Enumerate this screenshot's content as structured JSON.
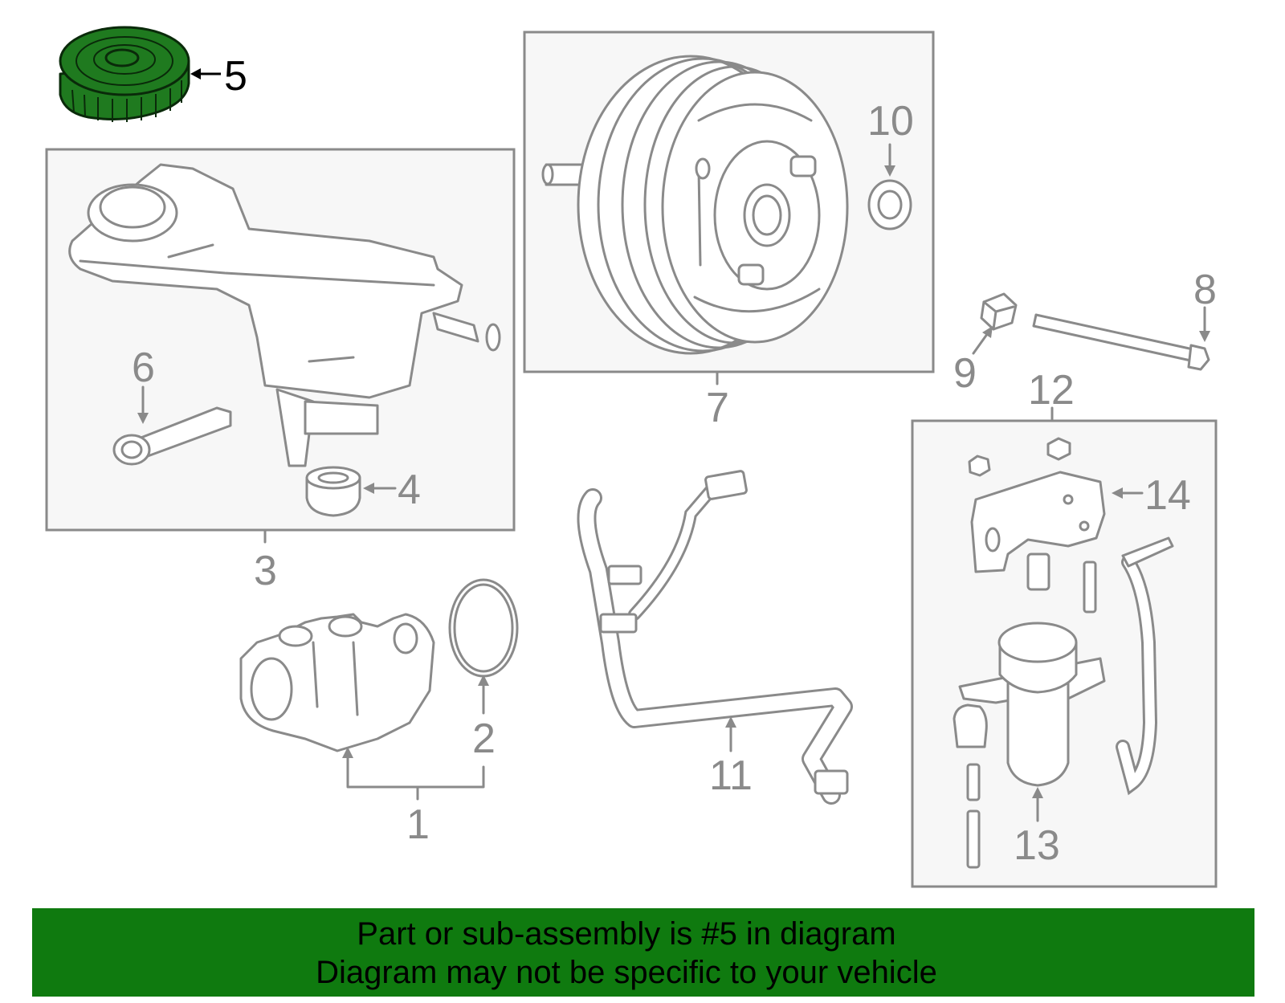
{
  "callouts": {
    "c1": "1",
    "c2": "2",
    "c3": "3",
    "c4": "4",
    "c5": "5",
    "c6": "6",
    "c7": "7",
    "c8": "8",
    "c9": "9",
    "c10": "10",
    "c11": "11",
    "c12": "12",
    "c13": "13",
    "c14": "14"
  },
  "highlight_part": "5",
  "colors": {
    "highlight": "#1f7a1f",
    "banner": "#0f7a0f",
    "line": "#8a8a8a"
  },
  "banner": {
    "line1": "Part or sub-assembly is #5 in diagram",
    "line2": "Diagram may not be specific to your vehicle"
  }
}
